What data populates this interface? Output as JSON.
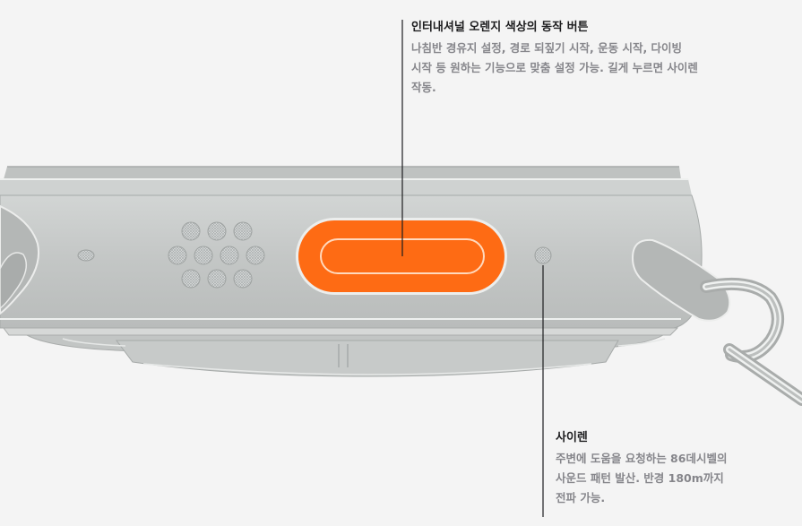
{
  "callouts": {
    "action_button": {
      "title": "인터내셔널 오렌지 색상의 동작 버튼",
      "description_lines": [
        "나침반 경유지 설정, 경로 되짚기 시작, 운동 시작, 다이빙",
        "시작 등 원하는 기능으로 맞춤 설정 가능. 길게 누르면 사이렌",
        "작동."
      ]
    },
    "siren": {
      "title": "사이렌",
      "description_lines": [
        "주변에 도움을 요청하는 86데시벨의",
        "사운드 패턴 발산. 반경 180m까지",
        "전파 가능."
      ]
    }
  },
  "colors": {
    "background": "#f4f4f4",
    "watch_case": "#c5c8c7",
    "action_button": "#fe6b14",
    "leader_line": "#1d1d1f",
    "title_text": "#1d1d1f",
    "description_text": "#86868b"
  },
  "icons": {
    "speaker_grille": "speaker-grille-icon",
    "siren_port": "siren-port-icon",
    "microphone_port": "microphone-port-icon"
  }
}
